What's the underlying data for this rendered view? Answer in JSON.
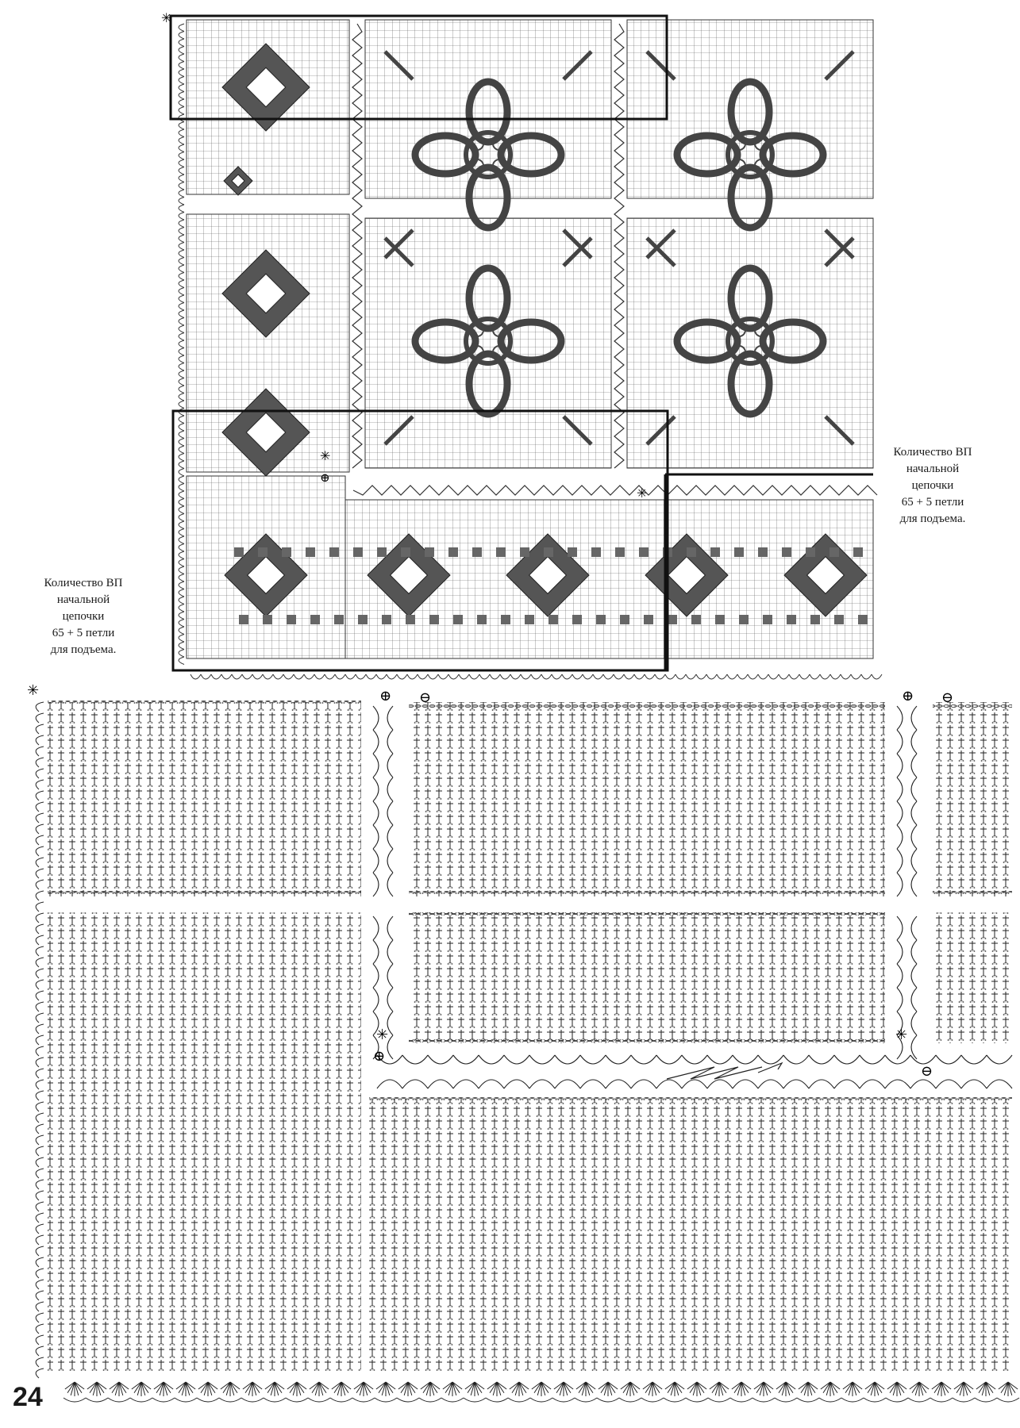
{
  "page": {
    "number": "24"
  },
  "notes": {
    "right": "Количество ВП\nначальной\nцепочки\n65 + 5 петли\nдля подъема.",
    "left": "Количество ВП\nначальной\nцепочки\n65 + 5 петли\nдля подъема."
  },
  "markers": {
    "start": "✳",
    "plus": "⊕",
    "minus": "⊖"
  },
  "colors": {
    "ink": "#1a1a1a",
    "paper": "#ffffff"
  }
}
